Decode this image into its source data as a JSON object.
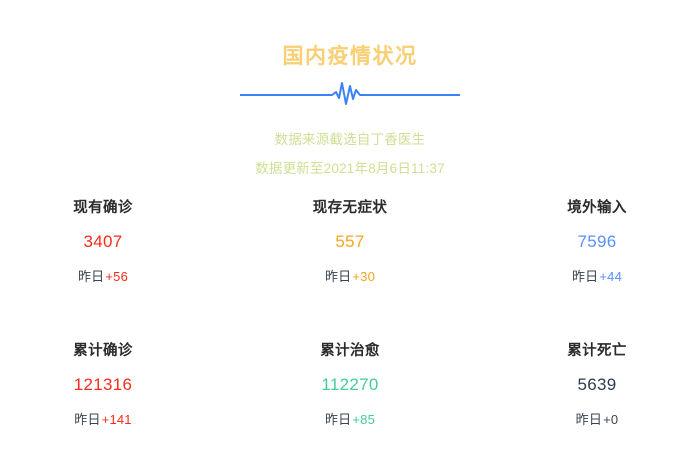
{
  "header": {
    "title": "国内疫情状况",
    "divider_icon": "ecg-heartbeat-line",
    "divider_color": "#3b82f6",
    "title_color": "#f8cf73"
  },
  "subtitles": {
    "color": "#cfdf94",
    "lines": [
      "数据来源截选自丁香医生",
      "数据更新至2021年8月6日11:37"
    ]
  },
  "colors": {
    "red": "#fa2c19",
    "orange": "#f5a623",
    "blue": "#5b8ff9",
    "teal": "#45cba0",
    "navy": "#2f3b52",
    "label": "#2b2b2b",
    "delta_label": "#3c4450"
  },
  "stats": {
    "rows": [
      {
        "cells": [
          {
            "label": "现有确诊",
            "value": "3407",
            "value_color": "#fa2c19",
            "delta_label": "昨日",
            "delta_value": "+56",
            "delta_color": "#fa2c19"
          },
          {
            "label": "现存无症状",
            "value": "557",
            "value_color": "#f5a623",
            "delta_label": "昨日",
            "delta_value": "+30",
            "delta_color": "#f5a623"
          },
          {
            "label": "境外输入",
            "value": "7596",
            "value_color": "#5b8ff9",
            "delta_label": "昨日",
            "delta_value": "+44",
            "delta_color": "#5b8ff9"
          }
        ]
      },
      {
        "cells": [
          {
            "label": "累计确诊",
            "value": "121316",
            "value_color": "#fa2c19",
            "delta_label": "昨日",
            "delta_value": "+141",
            "delta_color": "#fa2c19"
          },
          {
            "label": "累计治愈",
            "value": "112270",
            "value_color": "#45cba0",
            "delta_label": "昨日",
            "delta_value": "+85",
            "delta_color": "#45cba0"
          },
          {
            "label": "累计死亡",
            "value": "5639",
            "value_color": "#2f3b52",
            "delta_label": "昨日",
            "delta_value": "+0",
            "delta_color": "#3c4450"
          }
        ]
      }
    ]
  }
}
